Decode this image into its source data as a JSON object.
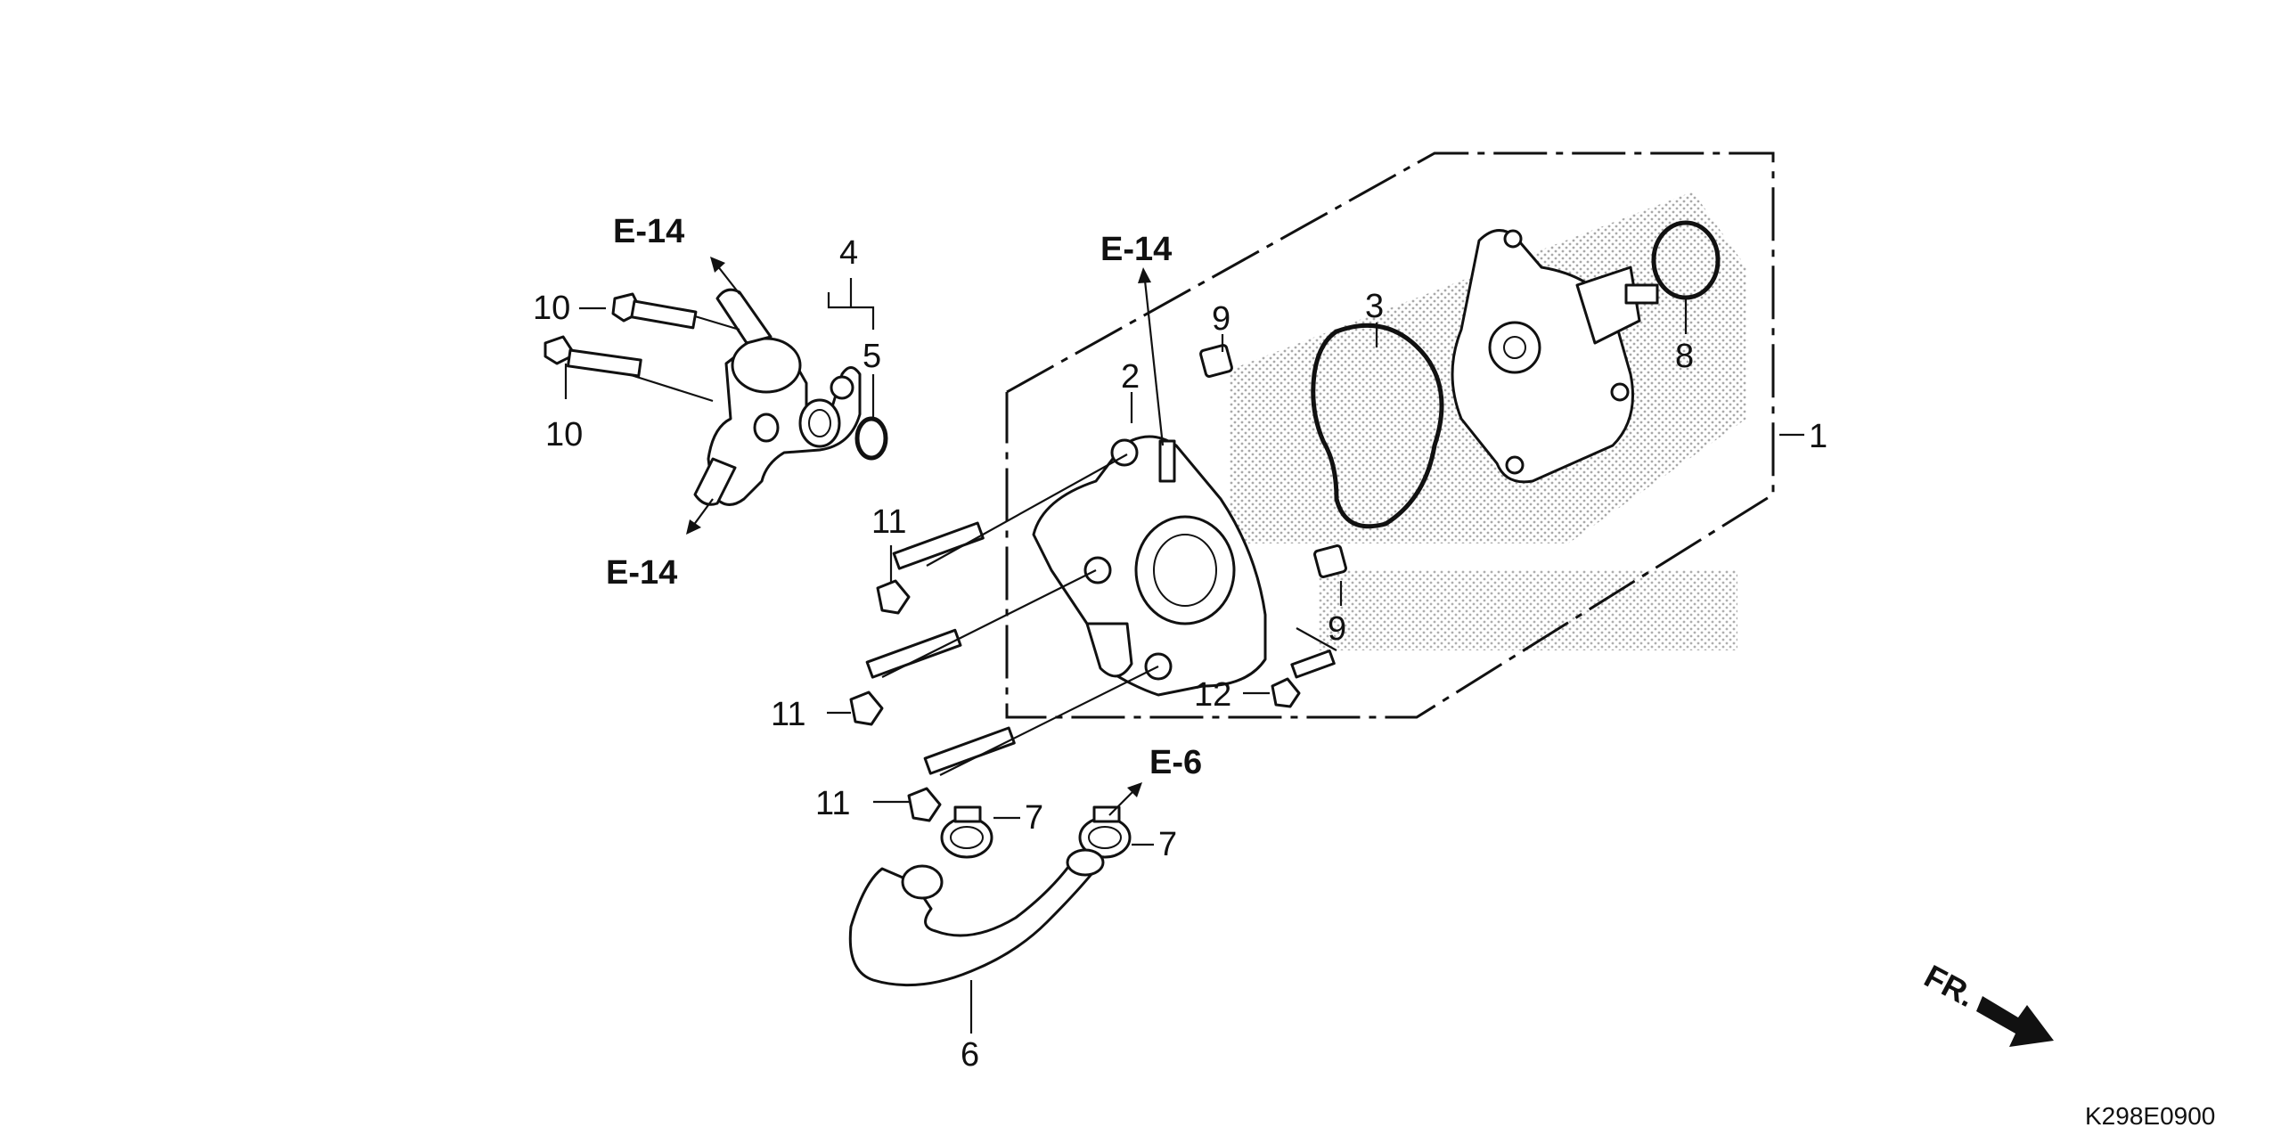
{
  "diagram_code": "K298E0900",
  "direction_label": "FR.",
  "callouts": {
    "c1": "1",
    "c2": "2",
    "c3": "3",
    "c4": "4",
    "c5": "5",
    "c6": "6",
    "c7a": "7",
    "c7b": "7",
    "c8": "8",
    "c9a": "9",
    "c9b": "9",
    "c10a": "10",
    "c10b": "10",
    "c11a": "11",
    "c11b": "11",
    "c11c": "11",
    "c12": "12"
  },
  "references": {
    "r1": "E-14",
    "r2": "E-14",
    "r3": "E-14",
    "r4": "E-6"
  }
}
